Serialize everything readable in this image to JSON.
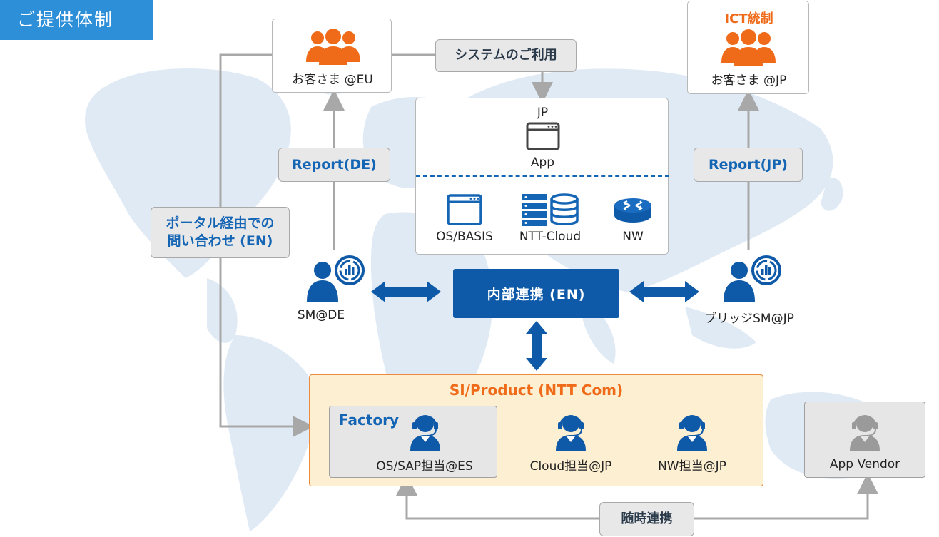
{
  "header": {
    "title": "ご提供体制"
  },
  "customers": {
    "eu": {
      "label": "お客さま @EU"
    },
    "jp": {
      "title": "ICT統制",
      "label": "お客さま @JP"
    }
  },
  "tags": {
    "system_use": "システムのご利用",
    "report_de": "Report(DE)",
    "report_jp": "Report(JP)",
    "portal_line1": "ポータル経由での",
    "portal_line2": "問い合わせ (EN)",
    "adhoc": "随時連携"
  },
  "system": {
    "jp_label": "JP",
    "app_label": "App",
    "items": [
      {
        "label": "OS/BASIS"
      },
      {
        "label": "NTT-Cloud"
      },
      {
        "label": "NW"
      }
    ]
  },
  "sm": {
    "de": "SM@DE",
    "jp": "ブリッジSM@JP"
  },
  "center": {
    "label": "内部連携 (EN)"
  },
  "si": {
    "title": "SI/Product (NTT Com)",
    "factory": "Factory",
    "members": [
      {
        "label": "OS/SAP担当@ES"
      },
      {
        "label": "Cloud担当@JP"
      },
      {
        "label": "NW担当@JP"
      }
    ]
  },
  "vendor": {
    "label": "App Vendor"
  },
  "colors": {
    "blue": "#0f5aa8",
    "title_blue": "#2e8fd9",
    "orange": "#ef6b1a",
    "si_bg": "#fdefd2",
    "gray_line": "#a8a8a8",
    "vendor_gray": "#9a9a9a"
  }
}
